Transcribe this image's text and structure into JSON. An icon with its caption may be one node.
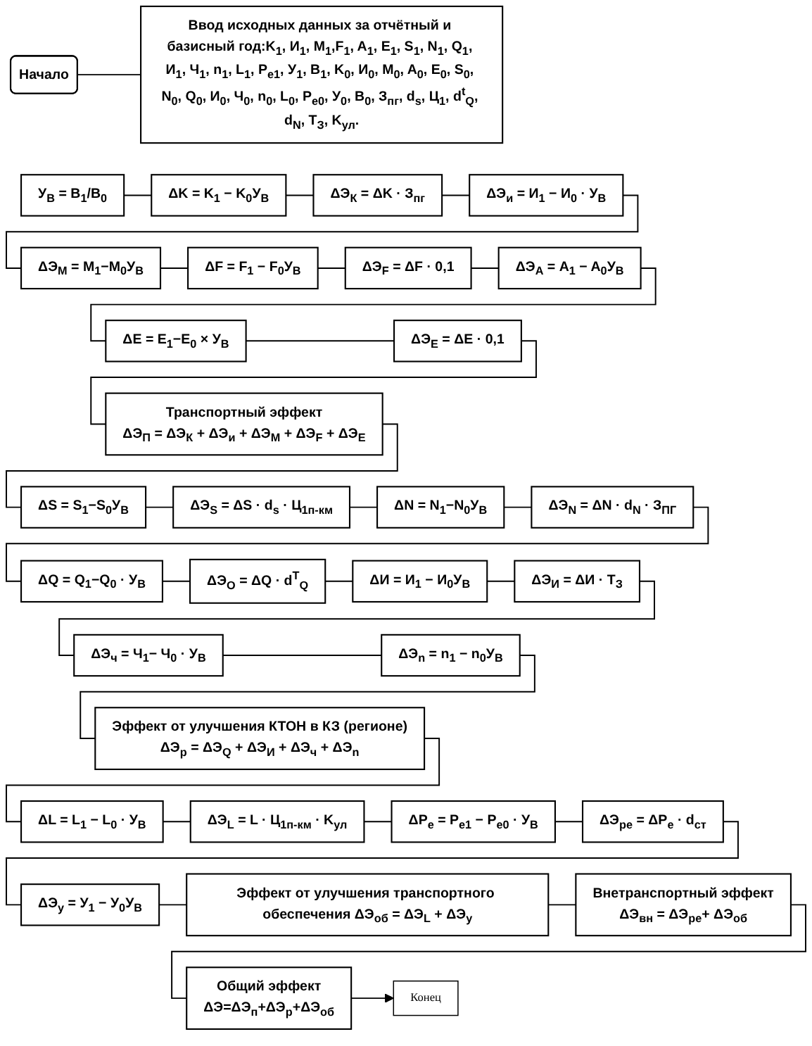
{
  "diagram": {
    "nodes": [
      {
        "text": [
          "Начало"
        ]
      },
      {
        "text": [
          "Ввод исходных данных за отчётный и базисный год:K$_{1}$, И$_{1}$, М$_{1}$,F$_{1}$, A$_{1}$, E$_{1}$, S$_{1}$, N$_{1}$, Q$_{1}$, И$_{1}$, Ч$_{1}$, n$_{1}$, L$_{1}$, P$_{e1}$, У$_{1}$, B$_{1}$, K$_{0}$, И$_{0}$, M$_{0}$, A$_{0}$, E$_{0}$, S$_{0}$, N$_{0}$, Q$_{0}$, И$_{0}$, Ч$_{0}$, n$_{0}$, L$_{0}$, P$_{e0}$, У$_{0}$, B$_{0}$, З$_{пг}$, d$_{s}$, Ц$_{1}$, d$^{t}$$_{Q}$, d$_{N}$, T$_{З}$, K$_{ул}$."
        ]
      },
      {
        "text": [
          "У$_{В}$ = В$_{1}$/В$_{0}$"
        ]
      },
      {
        "text": [
          "ΔK = K$_{1}$ − K$_{0}$У$_{В}$"
        ]
      },
      {
        "text": [
          "ΔЭ$_{К}$ = ΔK · З$_{пг}$"
        ]
      },
      {
        "text": [
          "ΔЭ$_{и}$ = И$_{1}$ − И$_{0}$ · У$_{В}$"
        ]
      },
      {
        "text": [
          "ΔЭ$_{М}$ = М$_{1}$−М$_{0}$У$_{В}$"
        ]
      },
      {
        "text": [
          "ΔF = F$_{1}$ − F$_{0}$У$_{В}$"
        ]
      },
      {
        "text": [
          "ΔЭ$_{F}$ = ΔF · 0,1"
        ]
      },
      {
        "text": [
          "ΔЭ$_{А}$ = A$_{1}$ − A$_{0}$У$_{В}$"
        ]
      },
      {
        "text": [
          "ΔE = E$_{1}$−E$_{0}$ × У$_{В}$"
        ]
      },
      {
        "text": [
          "ΔЭ$_{E}$ = ΔE · 0,1"
        ]
      },
      {
        "text": [
          "Транспортный эффект",
          "ΔЭ$_{П}$ = ΔЭ$_{К}$ + ΔЭ$_{и}$ + ΔЭ$_{М}$ + ΔЭ$_{F}$ + ΔЭ$_{E}$"
        ]
      },
      {
        "text": [
          "ΔS = S$_{1}$−S$_{0}$У$_{В}$"
        ]
      },
      {
        "text": [
          "ΔЭ$_{S}$ = ΔS · d$_{s}$ · Ц$_{1п-км}$"
        ]
      },
      {
        "text": [
          "ΔN = N$_{1}$−N$_{0}$У$_{В}$"
        ]
      },
      {
        "text": [
          "ΔЭ$_{N}$ = ΔN · d$_{N}$ · З$_{ПГ}$"
        ]
      },
      {
        "text": [
          "ΔQ = Q$_{1}$−Q$_{0}$ · У$_{В}$"
        ]
      },
      {
        "text": [
          "ΔЭ$_{O}$ = ΔQ · d$^{T}$$_{Q}$"
        ]
      },
      {
        "text": [
          "ΔИ = И$_{1}$ − И$_{0}$У$_{В}$"
        ]
      },
      {
        "text": [
          "ΔЭ$_{И}$ = ΔИ · Т$_{З}$"
        ]
      },
      {
        "text": [
          "ΔЭ$_{ч}$ = Ч$_{1}$− Ч$_{0}$ · У$_{В}$"
        ]
      },
      {
        "text": [
          "ΔЭ$_{n}$ = n$_{1}$ − n$_{0}$У$_{В}$"
        ]
      },
      {
        "text": [
          "Эффект от улучшения КТОН в КЗ (регионе)",
          "ΔЭ$_{р}$ = ΔЭ$_{Q}$ + ΔЭ$_{И}$ + ΔЭ$_{ч}$ + ΔЭ$_{n}$"
        ]
      },
      {
        "text": [
          "ΔL = L$_{1}$ − L$_{0}$ · У$_{В}$"
        ]
      },
      {
        "text": [
          "ΔЭ$_{L}$ = L · Ц$_{1п-км}$ · K$_{ул}$"
        ]
      },
      {
        "text": [
          "ΔP$_{e}$ = P$_{e1}$ − P$_{e0}$ · У$_{В}$"
        ]
      },
      {
        "text": [
          "ΔЭ$_{ре}$ = ΔP$_{е}$ · d$_{ст}$"
        ]
      },
      {
        "text": [
          "ΔЭ$_{у}$ = У$_{1}$ − У$_{0}$У$_{В}$"
        ]
      },
      {
        "text": [
          "Эффект от улучшения транспортного обеспечения ΔЭ$_{об}$ = ΔЭ$_{L}$ + ΔЭ$_{у}$"
        ]
      },
      {
        "text": [
          "Внетранспортный эффект",
          "ΔЭ$_{вн}$ = ΔЭ$_{ре}$+ ΔЭ$_{об}$"
        ]
      },
      {
        "text": [
          "Общий эффект",
          "ΔЭ=ΔЭ$_{п}$+ΔЭ$_{р}$+ΔЭ$_{об}$"
        ]
      },
      {
        "text": [
          "Конец"
        ]
      }
    ],
    "edges": [
      {
        "from": 0,
        "to": 1,
        "arrow": "none"
      },
      {
        "from": 2,
        "to": 3,
        "arrow": "none"
      },
      {
        "from": 3,
        "to": 4,
        "arrow": "none"
      },
      {
        "from": 4,
        "to": 5,
        "arrow": "none"
      },
      {
        "from": 5,
        "to": 6,
        "arrow": "none"
      },
      {
        "from": 6,
        "to": 7,
        "arrow": "none"
      },
      {
        "from": 7,
        "to": 8,
        "arrow": "none"
      },
      {
        "from": 8,
        "to": 9,
        "arrow": "none"
      },
      {
        "from": 9,
        "to": 10,
        "arrow": "none"
      },
      {
        "from": 10,
        "to": 11,
        "arrow": "none"
      },
      {
        "from": 11,
        "to": 12,
        "arrow": "none"
      },
      {
        "from": 12,
        "to": 13,
        "arrow": "none"
      },
      {
        "from": 13,
        "to": 14,
        "arrow": "none"
      },
      {
        "from": 14,
        "to": 15,
        "arrow": "none"
      },
      {
        "from": 15,
        "to": 16,
        "arrow": "none"
      },
      {
        "from": 16,
        "to": 17,
        "arrow": "none"
      },
      {
        "from": 17,
        "to": 18,
        "arrow": "none"
      },
      {
        "from": 18,
        "to": 19,
        "arrow": "none"
      },
      {
        "from": 19,
        "to": 20,
        "arrow": "none"
      },
      {
        "from": 20,
        "to": 21,
        "arrow": "none"
      },
      {
        "from": 21,
        "to": 22,
        "arrow": "none"
      },
      {
        "from": 22,
        "to": 23,
        "arrow": "none"
      },
      {
        "from": 23,
        "to": 24,
        "arrow": "none"
      },
      {
        "from": 24,
        "to": 25,
        "arrow": "none"
      },
      {
        "from": 25,
        "to": 26,
        "arrow": "none"
      },
      {
        "from": 26,
        "to": 27,
        "arrow": "none"
      },
      {
        "from": 27,
        "to": 28,
        "arrow": "none"
      },
      {
        "from": 28,
        "to": 29,
        "arrow": "none"
      },
      {
        "from": 29,
        "to": 30,
        "arrow": "none"
      },
      {
        "from": 30,
        "to": 31,
        "arrow": "none"
      },
      {
        "from": 31,
        "to": 32,
        "arrow": "to"
      }
    ]
  }
}
